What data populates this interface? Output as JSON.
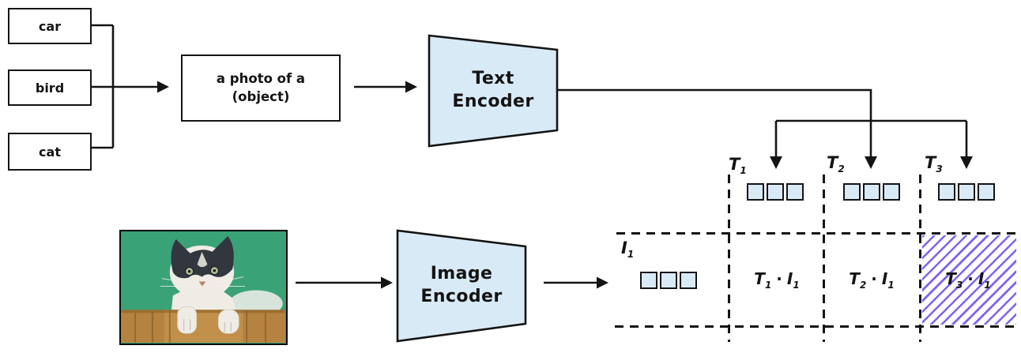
{
  "colors": {
    "line": "#141414",
    "embed-fill": "#d9eaf7",
    "encoder-fill": "#d9eaf7",
    "hatch": "#8063ee",
    "photo-green": "#3aa277",
    "photo-wood": "#b5823f"
  },
  "classes": {
    "items": [
      "car",
      "bird",
      "cat"
    ]
  },
  "prompt": {
    "line1": "a photo of a",
    "line2": "(object)"
  },
  "text_encoder": {
    "line1": "Text",
    "line2": "Encoder"
  },
  "image_encoder": {
    "line1": "Image",
    "line2": "Encoder"
  },
  "text_embeddings": [
    {
      "symbol": "T",
      "sub": "1"
    },
    {
      "symbol": "T",
      "sub": "2"
    },
    {
      "symbol": "T",
      "sub": "3"
    }
  ],
  "image_embedding": {
    "symbol": "I",
    "sub": "1"
  },
  "similarity_cells": [
    {
      "t": "T",
      "t_sub": "1",
      "op": "·",
      "i": "I",
      "i_sub": "1",
      "highlighted": false
    },
    {
      "t": "T",
      "t_sub": "2",
      "op": "·",
      "i": "I",
      "i_sub": "1",
      "highlighted": false
    },
    {
      "t": "T",
      "t_sub": "3",
      "op": "·",
      "i": "I",
      "i_sub": "1",
      "highlighted": true
    }
  ]
}
